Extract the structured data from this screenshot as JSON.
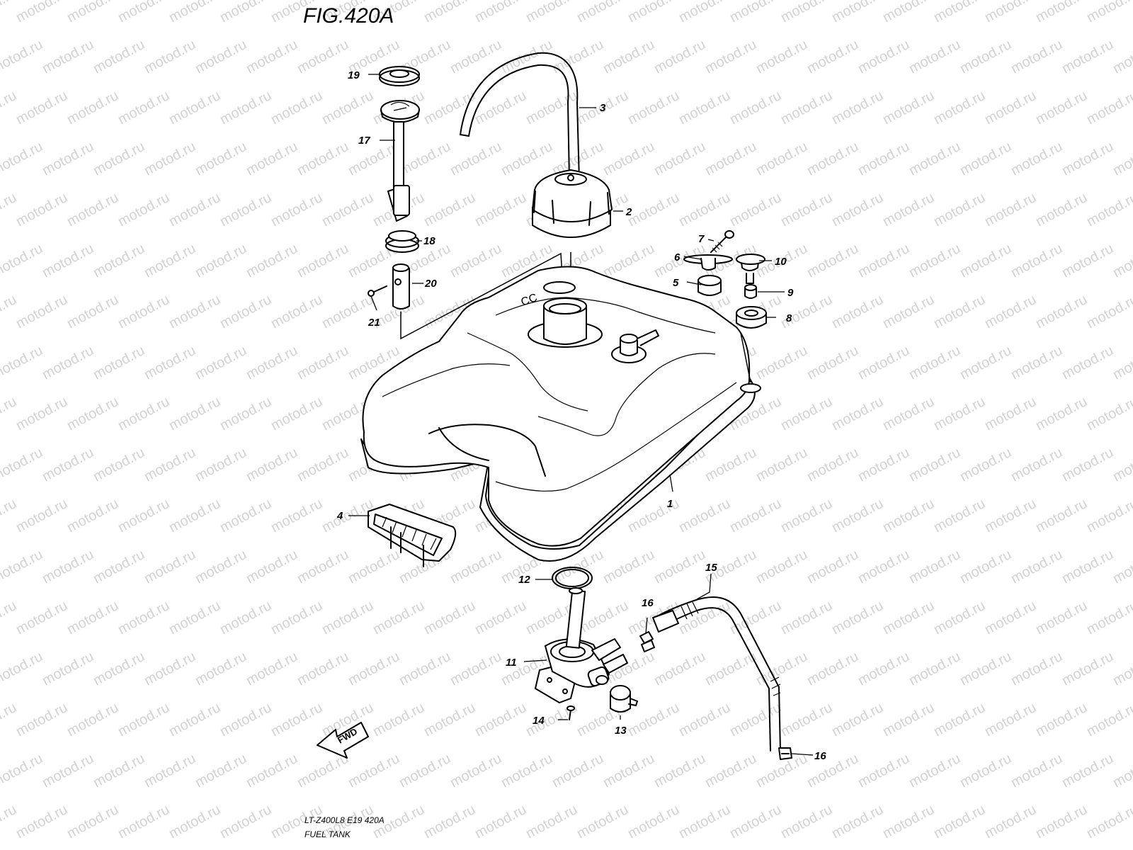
{
  "figure": {
    "title": "FIG.420A",
    "model_code": "LT-Z400L8  E19  420A",
    "caption": "FUEL TANK",
    "fwd_label": "FWD",
    "watermark": "motod.ru"
  },
  "callouts": [
    {
      "id": "c1",
      "label": "1"
    },
    {
      "id": "c2",
      "label": "2"
    },
    {
      "id": "c3",
      "label": "3"
    },
    {
      "id": "c4",
      "label": "4"
    },
    {
      "id": "c5",
      "label": "5"
    },
    {
      "id": "c6",
      "label": "6"
    },
    {
      "id": "c7",
      "label": "7"
    },
    {
      "id": "c8",
      "label": "8"
    },
    {
      "id": "c9",
      "label": "9"
    },
    {
      "id": "c10",
      "label": "10"
    },
    {
      "id": "c11",
      "label": "11"
    },
    {
      "id": "c12",
      "label": "12"
    },
    {
      "id": "c13",
      "label": "13"
    },
    {
      "id": "c14",
      "label": "14"
    },
    {
      "id": "c15",
      "label": "15"
    },
    {
      "id": "c16a",
      "label": "16"
    },
    {
      "id": "c16b",
      "label": "16"
    },
    {
      "id": "c17",
      "label": "17"
    },
    {
      "id": "c18",
      "label": "18"
    },
    {
      "id": "c19",
      "label": "19"
    },
    {
      "id": "c20",
      "label": "20"
    },
    {
      "id": "c21",
      "label": "21"
    }
  ],
  "colors": {
    "line": "#000000",
    "watermark": "#d2d2d2",
    "background": "#ffffff"
  }
}
